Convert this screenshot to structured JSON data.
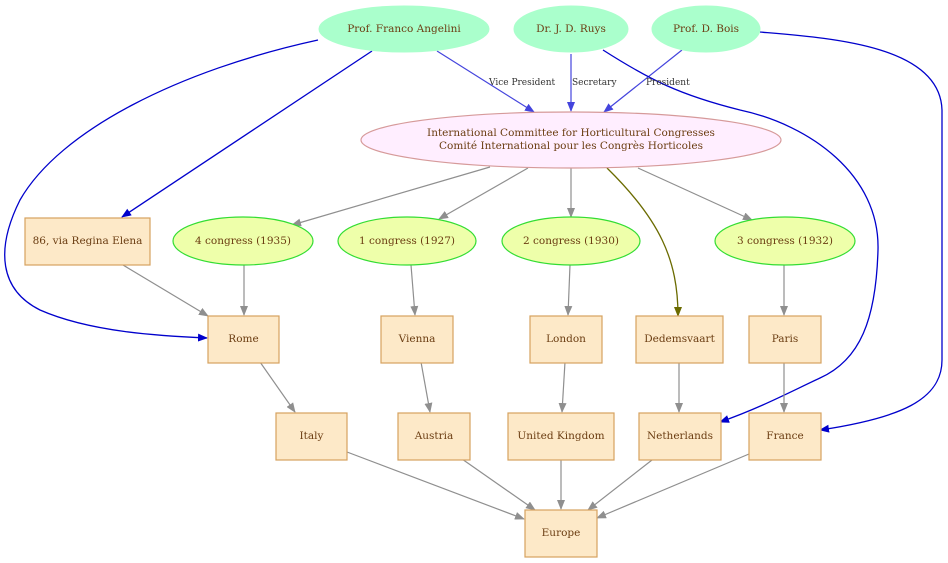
{
  "nodes": {
    "angelini": "Prof. Franco Angelini",
    "ruys": "Dr. J. D.  Ruys",
    "bois": "Prof. D. Bois",
    "committee_line1": "International Committee for Horticultural Congresses",
    "committee_line2": "Comité International pour les Congrès Horticoles",
    "via_regina": "86, via Regina Elena",
    "congress4": "4 congress (1935)",
    "congress1": "1 congress (1927)",
    "congress2": "2 congress (1930)",
    "congress3": "3 congress (1932)",
    "rome": "Rome",
    "vienna": "Vienna",
    "london": "London",
    "dedemsvaart": "Dedemsvaart",
    "paris": "Paris",
    "italy": "Italy",
    "austria": "Austria",
    "uk": "United Kingdom",
    "netherlands": "Netherlands",
    "france": "France",
    "europe": "Europe"
  },
  "edge_labels": {
    "vice_president": "Vice President",
    "secretary": "Secretary",
    "president": "President"
  },
  "colors": {
    "person_fill": "#aaffcc",
    "congress_fill": "#eeffaa",
    "congress_border": "#33dd33",
    "committee_fill": "#ffeeff",
    "place_fill": "#fde9c8",
    "place_border": "#d6a25f",
    "person_edge": "#0000cc",
    "role_edge": "#4444dd",
    "structure_edge": "#8f8f8f",
    "highlight_edge": "#6b6b00"
  }
}
